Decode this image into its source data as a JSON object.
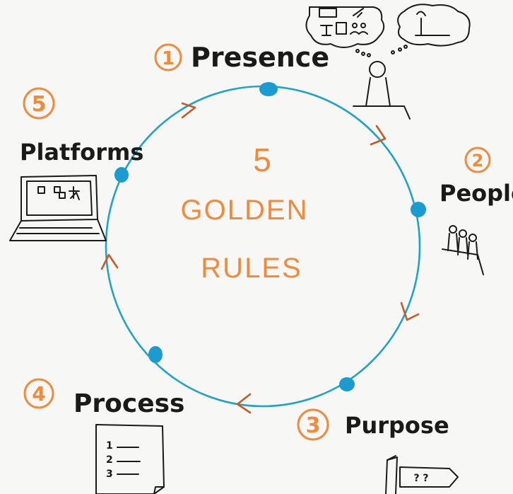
{
  "title": {
    "number": "5",
    "line1": "GOLDEN",
    "line2": "RULES"
  },
  "rules": [
    {
      "number": "1",
      "label": "Presence"
    },
    {
      "number": "2",
      "label": "People"
    },
    {
      "number": "3",
      "label": "Purpose"
    },
    {
      "number": "4",
      "label": "Process"
    },
    {
      "number": "5",
      "label": "Platforms"
    }
  ],
  "process_list": [
    "1",
    "2",
    "3"
  ],
  "sign_text": "? ?",
  "colors": {
    "circle": "#1fa3c8",
    "node": "#1b9bd0",
    "accent": "#f08a3c",
    "ink": "#1a1a1a",
    "board": "#f7f7f5"
  },
  "icons": {
    "rule1": "person-thinking-icon",
    "rule2": "group-icon",
    "rule3": "signpost-icon",
    "rule4": "checklist-icon",
    "rule5": "laptop-icon"
  }
}
